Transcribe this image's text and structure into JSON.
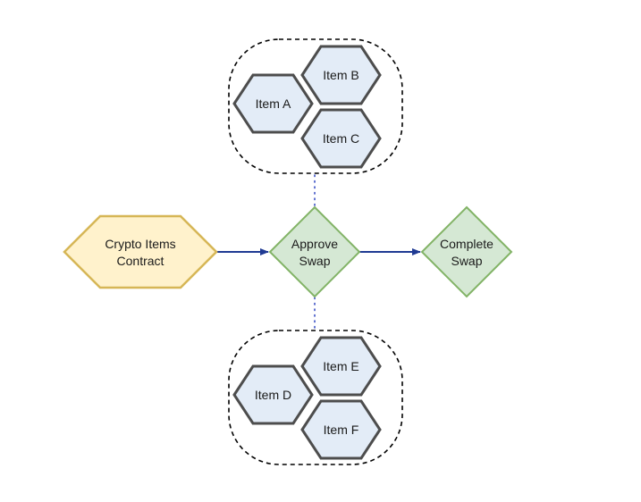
{
  "colors": {
    "hex_fill": "#e3ecf7",
    "hex_stroke": "#4d4d4d",
    "contract_fill": "#fff2cc",
    "contract_stroke": "#d6b656",
    "diamond_fill": "#d5e8d4",
    "diamond_stroke": "#82b366",
    "arrow": "#1f3a93",
    "dotted": "#3a4fc4",
    "group_border": "#000000"
  },
  "nodes": {
    "contract": {
      "line1": "Crypto Items",
      "line2": "Contract"
    },
    "approve": {
      "line1": "Approve",
      "line2": "Swap"
    },
    "complete": {
      "line1": "Complete",
      "line2": "Swap"
    },
    "item_a": "Item A",
    "item_b": "Item B",
    "item_c": "Item C",
    "item_d": "Item D",
    "item_e": "Item E",
    "item_f": "Item F"
  }
}
